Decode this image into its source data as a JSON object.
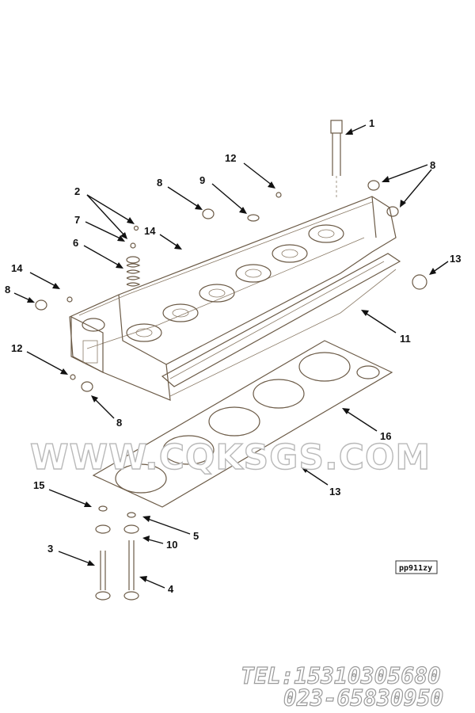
{
  "callouts": {
    "c1": "1",
    "c2": "2",
    "c3": "3",
    "c4": "4",
    "c5": "5",
    "c6": "6",
    "c7": "7",
    "c8a": "8",
    "c8b": "8",
    "c8c": "8",
    "c8d": "8",
    "c9": "9",
    "c10": "10",
    "c11": "11",
    "c12a": "12",
    "c12b": "12",
    "c13a": "13",
    "c13b": "13",
    "c14a": "14",
    "c14b": "14",
    "c15": "15",
    "c16": "16"
  },
  "reference_code": "pp911zy",
  "watermark": "WWW.CQKSGS.COM",
  "contact": {
    "tel": "TEL:15310305680",
    "phone": "023-65830950"
  },
  "colors": {
    "line_art": "#6b5a46",
    "text": "#111111",
    "watermark_outline": "#b9b9b9"
  }
}
